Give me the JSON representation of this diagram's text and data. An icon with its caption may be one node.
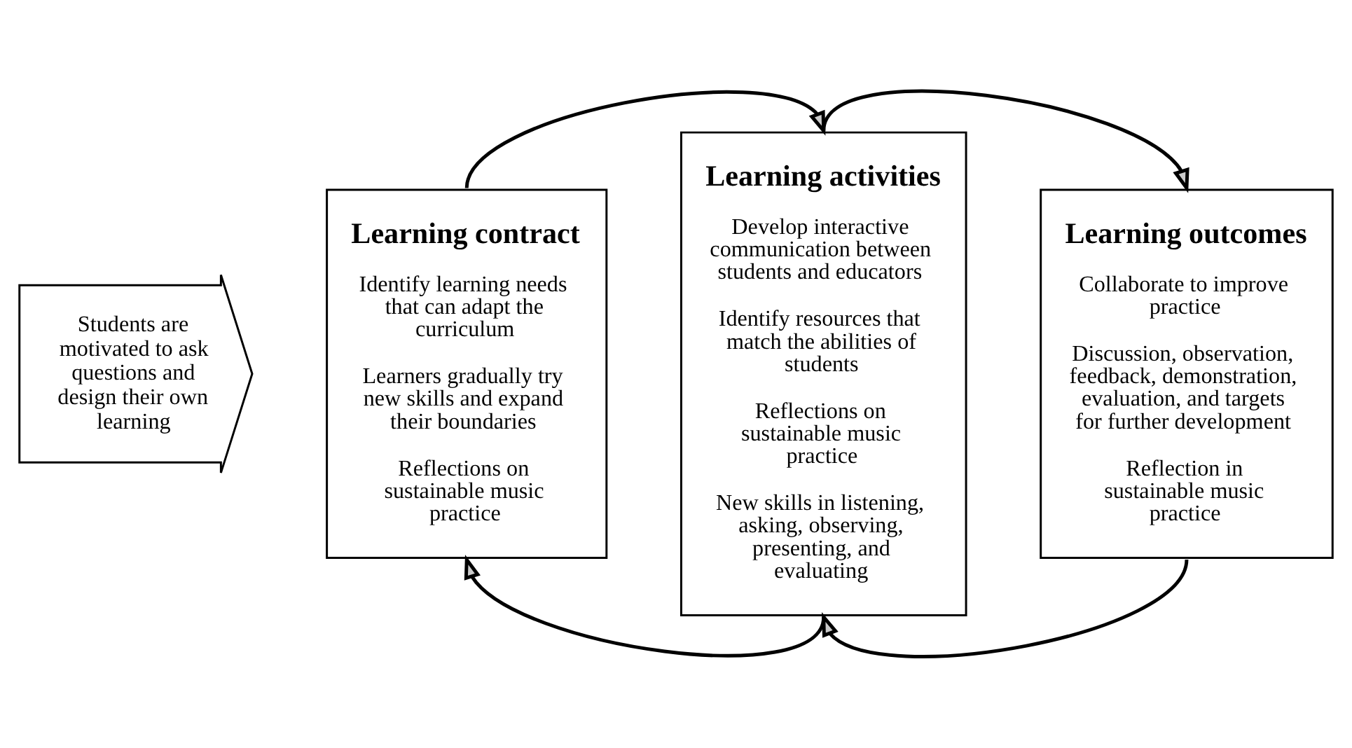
{
  "diagram": {
    "nodes": [
      {
        "text": [
          "Students are motivated to ask questions and design their own learning"
        ]
      },
      {
        "text": [
          "Learning contract",
          "Identify learning needs that can adapt the curriculum",
          "Learners gradually try new skills and expand their boundaries",
          "Reflections on sustainable music practice"
        ]
      },
      {
        "text": [
          "Learning activities",
          "Develop interactive communication between students and educators",
          "Identify resources that match the abilities of students",
          "Reflections on sustainable music practice",
          "New skills in listening, asking, observing, presenting, and evaluating"
        ]
      },
      {
        "text": [
          "Learning outcomes",
          "Collaborate to improve practice",
          "Discussion, observation, feedback, demonstration, evaluation, and targets for further development",
          "Reflection in sustainable music practice"
        ]
      }
    ],
    "edges": [
      {
        "from": 1,
        "to": 2,
        "arrow": "to"
      },
      {
        "from": 2,
        "to": 3,
        "arrow": "to"
      },
      {
        "from": 2,
        "to": 1,
        "arrow": "to"
      },
      {
        "from": 3,
        "to": 2,
        "arrow": "to"
      }
    ]
  }
}
